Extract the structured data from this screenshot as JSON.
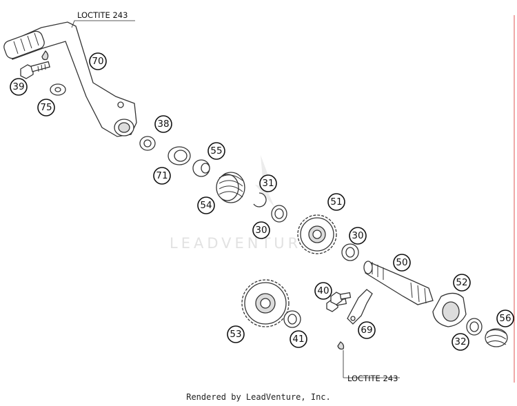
{
  "notes": {
    "top_note": "LOCTITE 243",
    "bottom_note": "LOCTITE 243"
  },
  "watermark": "LEADVENTURE",
  "credit": "Rendered by LeadVenture, Inc.",
  "callouts": {
    "c70": "70",
    "c39": "39",
    "c75": "75",
    "c38": "38",
    "c71": "71",
    "c55": "55",
    "c54": "54",
    "c31": "31",
    "c30a": "30",
    "c51": "51",
    "c30b": "30",
    "c50": "50",
    "c52": "52",
    "c40": "40",
    "c69": "69",
    "c53": "53",
    "c41": "41",
    "c32": "32",
    "c56": "56"
  },
  "colors": {
    "line": "#333333",
    "border_accent": "#e05050",
    "watermark": "#e2e2e2"
  }
}
